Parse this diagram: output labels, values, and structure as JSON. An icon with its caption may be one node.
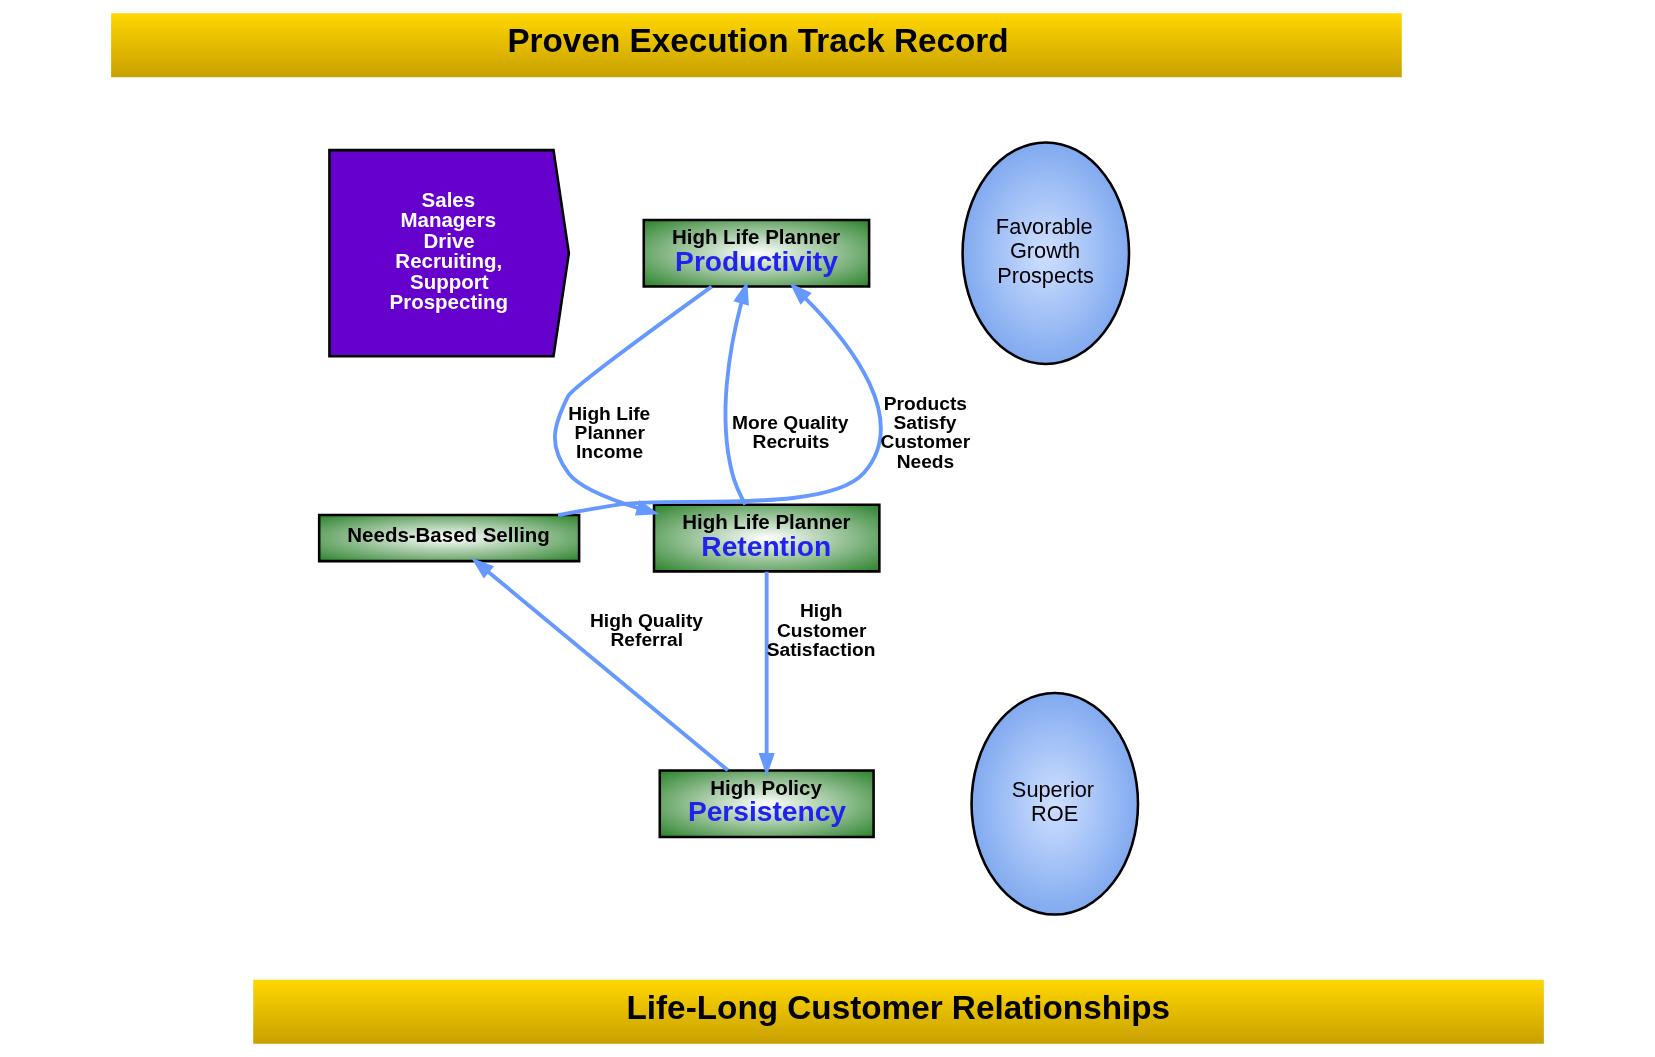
{
  "diagram": {
    "nodes": [
      {
        "text": [
          "Proven Execution Track Record"
        ]
      },
      {
        "text": [
          "Sales Managers Drive Recruiting, Support Prospecting"
        ]
      },
      {
        "text": [
          "High Life Planner",
          "Productivity"
        ]
      },
      {
        "text": [
          "High Life Planner",
          "Retention"
        ]
      },
      {
        "text": [
          "High Policy",
          "Persistency"
        ]
      },
      {
        "text": [
          "Needs-Based Selling"
        ]
      },
      {
        "text": [
          "Favorable Growth Prospects"
        ]
      },
      {
        "text": [
          "Superior ROE"
        ]
      },
      {
        "text": [
          "Life-Long Customer Relationships"
        ]
      }
    ],
    "edges": [
      {
        "from": 5,
        "to": 2,
        "label": "Products Satisfy Customer Needs",
        "arrow": "to"
      },
      {
        "from": 2,
        "to": 3,
        "label": "High Life Planner Income",
        "arrow": "to"
      },
      {
        "from": 3,
        "to": 2,
        "label": "More Quality Recruits",
        "arrow": "to"
      },
      {
        "from": 3,
        "to": 4,
        "label": "High Customer Satisfaction",
        "arrow": "to"
      },
      {
        "from": 4,
        "to": 5,
        "label": "High Quality Referral",
        "arrow": "to"
      }
    ]
  }
}
